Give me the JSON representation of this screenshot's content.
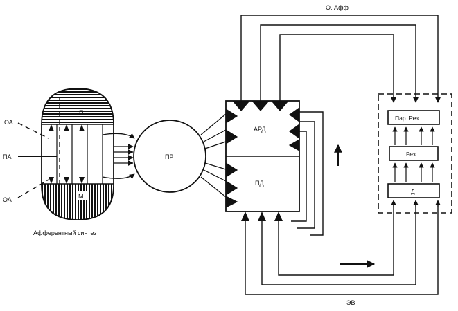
{
  "diagram": {
    "top_label": "О. Афф",
    "bottom_label": "ЭВ",
    "caption": "Афферентный синтез",
    "inputs": {
      "oa_top": "ОА",
      "pa": "ПА",
      "oa_bottom": "ОА"
    },
    "synthesis_block": {
      "top_label": "П",
      "bottom_label": "М"
    },
    "decision_circle": "ПР",
    "acceptor_block": {
      "upper": "АРД",
      "lower": "ПД"
    },
    "result_stack": {
      "params": "Пар. Рез.",
      "result": "Рез.",
      "action": "Д"
    }
  }
}
